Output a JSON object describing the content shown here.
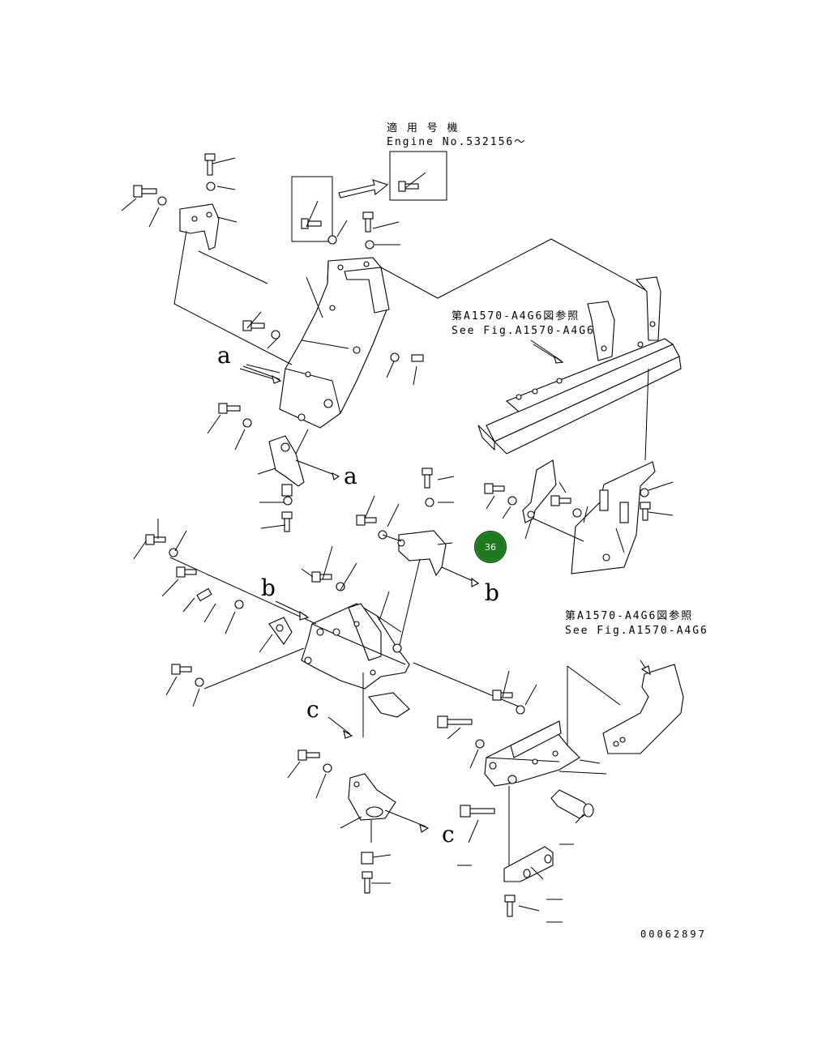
{
  "notes": {
    "top_jp": "適 用 号 機",
    "top_en": "Engine No.532156～",
    "ref1_jp": "第A1570-A4G6図参照",
    "ref1_en": "See Fig.A1570-A4G6",
    "ref2_jp": "第A1570-A4G6図参照",
    "ref2_en": "See Fig.A1570-A4G6"
  },
  "callouts": {
    "a1": "a",
    "a2": "a",
    "b1": "b",
    "b2": "b",
    "c1": "c",
    "c2": "c"
  },
  "badge": {
    "label": "36",
    "color": "#1f7a1f"
  },
  "drawing_code": "00062897"
}
